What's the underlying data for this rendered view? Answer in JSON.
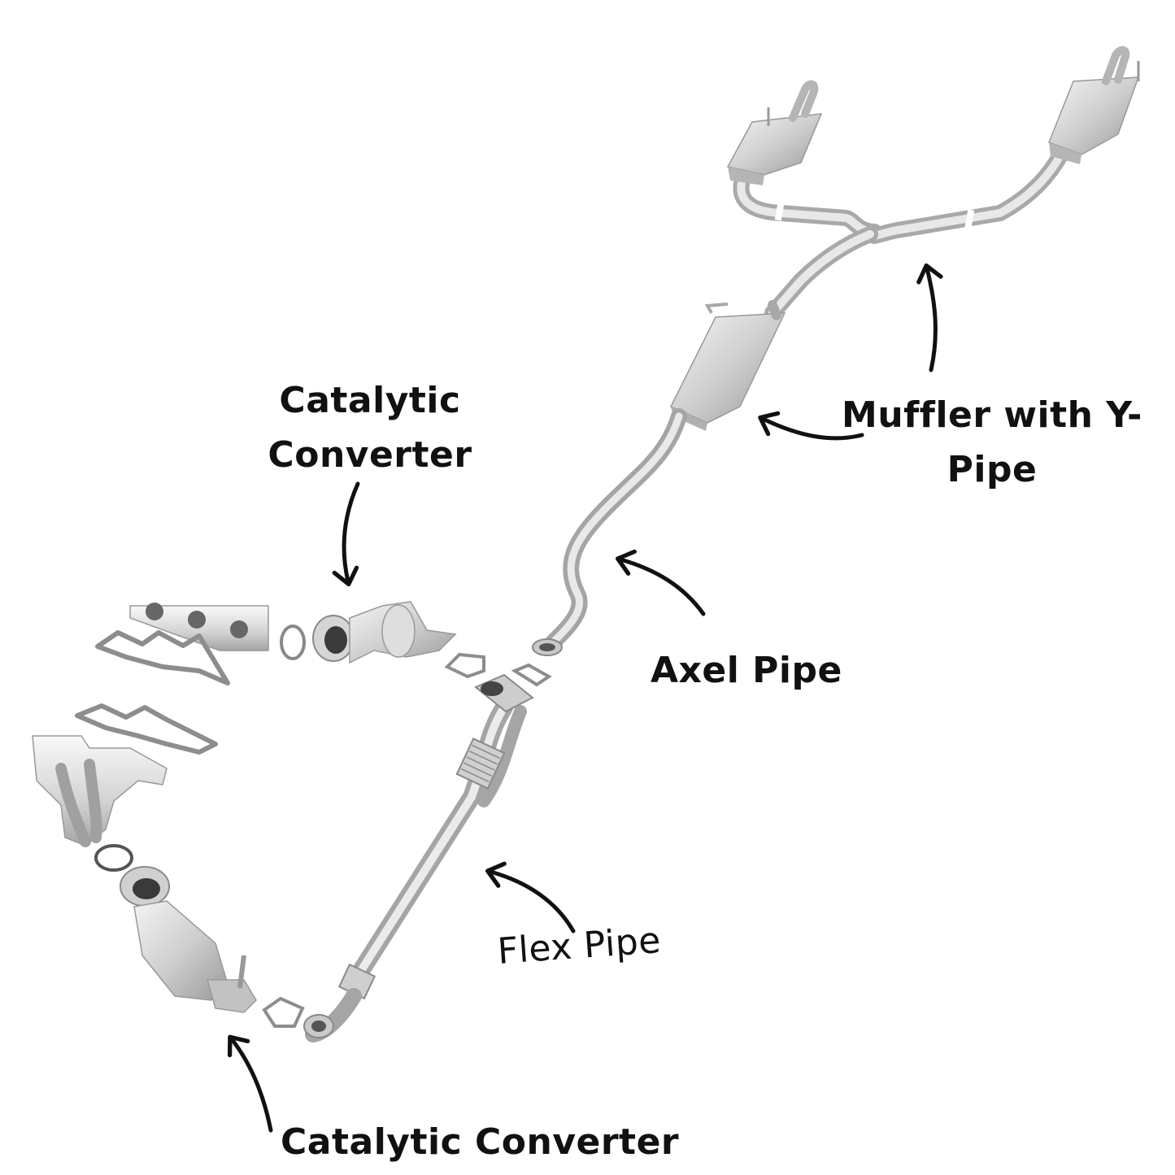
{
  "labels": {
    "catalytic_converter_top": [
      "Catalytic",
      "Converter"
    ],
    "muffler_with_y_pipe": [
      "Muffler with Y-",
      "Pipe"
    ],
    "axel_pipe": "Axel Pipe",
    "flex_pipe": "Flex Pipe",
    "catalytic_converter_bottom": "Catalytic Converter"
  },
  "colors": {
    "metal_light": "#e6e6e6",
    "metal_mid": "#c4c4c4",
    "metal_dark": "#8e8e8e",
    "text": "#111111",
    "arrow": "#111111"
  }
}
